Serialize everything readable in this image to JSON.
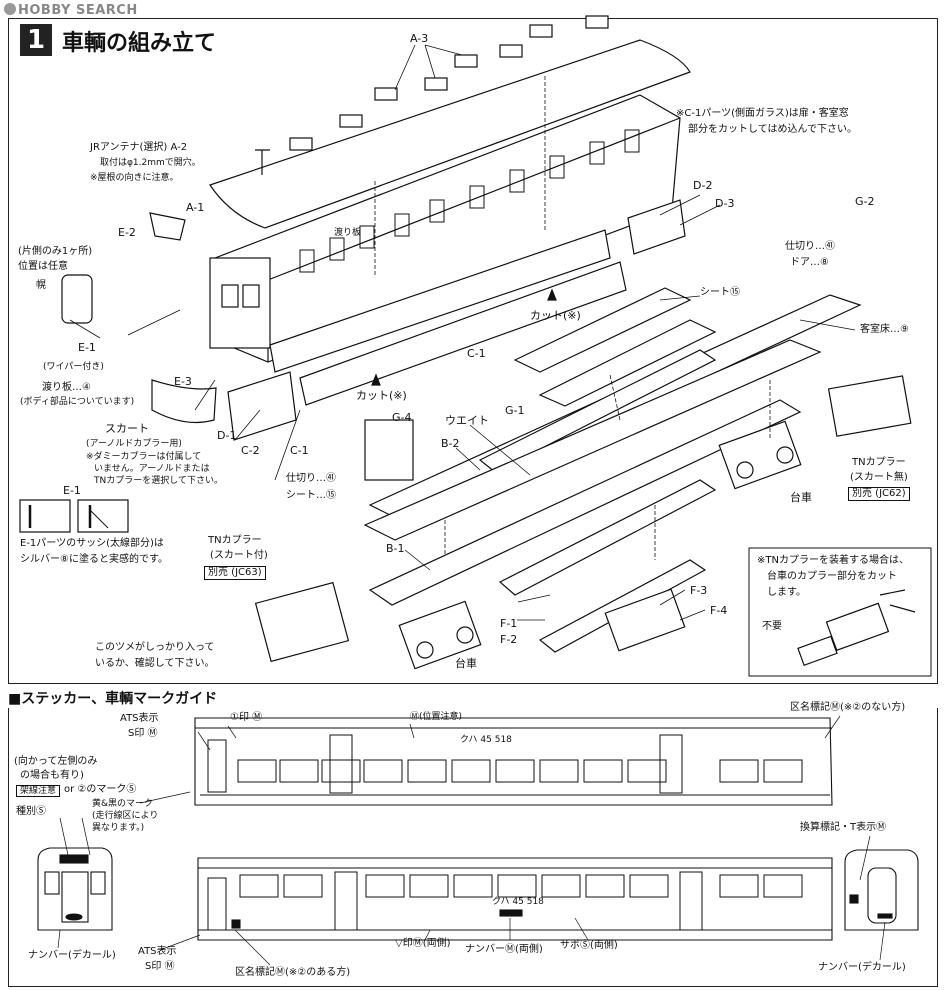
{
  "watermark": "HOBBY SEARCH",
  "step": {
    "number": "1",
    "title": "車輌の組み立て"
  },
  "parts": {
    "a3": "A-3",
    "a2": "JRアンテナ(選択) A-2",
    "a2_note1": "取付はφ1.2mmで開穴。",
    "a2_note2": "※屋根の向きに注意。",
    "a1": "A-1",
    "e2": "E-2",
    "wataruita_top": "渡り板",
    "c1_note1": "※C-1パーツ(側面ガラス)は扉・客室窓",
    "c1_note2": "部分をカットしてはめ込んで下さい。",
    "d2": "D-2",
    "d3": "D-3",
    "g2": "G-2",
    "shikiri41": "仕切り…㊶",
    "door8": "ドア…⑧",
    "one_side1": "(片側のみ1ヶ所)",
    "one_side2": "位置は任意",
    "horo": "幌",
    "sheet15_top": "シート⑮",
    "cut_top": "カット(※)",
    "kyakushitsu": "客室床…⑨",
    "e1": "E-1",
    "wiper": "(ワイパー付き)",
    "c1_mid": "C-1",
    "watariita4": "渡り板…④",
    "body_parts": "(ボディ部品についています)",
    "e3": "E-3",
    "g1": "G-1",
    "cut_bottom": "カット(※)",
    "d1": "D-1",
    "c2": "C-2",
    "c1_bottom": "C-1",
    "g4": "G-4",
    "weight": "ウエイト",
    "b2": "B-2",
    "skirt": "スカート",
    "skirt_sub": "(アーノルドカプラー用)",
    "skirt_n1": "※ダミーカプラーは付属して",
    "skirt_n2": "いません。アーノルドまたは",
    "skirt_n3": "TNカプラーを選択して下さい。",
    "tn_right1": "TNカプラー",
    "tn_right2": "(スカート無)",
    "tn_right3": "別売 (JC62)",
    "shikiri41b": "仕切り…㊶",
    "sheet15b": "シート…⑮",
    "daisha_right": "台車",
    "e1_label": "E-1",
    "e1_sash1": "E-1パーツのサッシ(太線部分)は",
    "e1_sash2": "シルバー⑧に塗ると実感的です。",
    "tn_left1": "TNカプラー",
    "tn_left2": "(スカート付)",
    "tn_left3": "別売 (JC63)",
    "b1": "B-1",
    "f3": "F-3",
    "f4": "F-4",
    "f1": "F-1",
    "f2": "F-2",
    "tsume1": "このツメがしっかり入って",
    "tsume2": "いるか、確認して下さい。",
    "daisha_bottom": "台車",
    "tn_note1": "※TNカプラーを装着する場合は、",
    "tn_note2": "台車のカプラー部分をカット",
    "tn_note3": "します。",
    "fuyou": "不要"
  },
  "guide": {
    "title": "■ステッカー、車輌マークガイド",
    "ats_top": "ATS表示",
    "ats_top_sub": "S印 Ⓜ",
    "mark1": "①印 Ⓜ",
    "position": "Ⓜ(位置注意)",
    "kumei_top": "区名標記Ⓜ(※②のない方)",
    "front_note1": "(向かって左側のみ",
    "front_note2": "の場合も有り)",
    "kasen": "架線注意",
    "or2": "or ②のマークⓈ",
    "kiko1": "黄&黒のマーク",
    "kiko2": "(走行線区により",
    "kiko3": "異なります。)",
    "shubetsu": "種別Ⓢ",
    "kanzan": "換算標記・T表示Ⓜ",
    "number_front": "ナンバー(デカール)",
    "ats_bottom": "ATS表示",
    "ats_bottom_sub": "S印 Ⓜ",
    "kumei_bottom": "区名標記Ⓜ(※②のある方)",
    "triangle": "▽印Ⓜ(両側)",
    "number_side": "ナンバーⓂ(両側)",
    "sapo": "サボⓈ(両側)",
    "number_back": "ナンバー(デカール)",
    "car_num_top": "クハ 45 518",
    "car_num_bottom": "クハ 45 518"
  }
}
